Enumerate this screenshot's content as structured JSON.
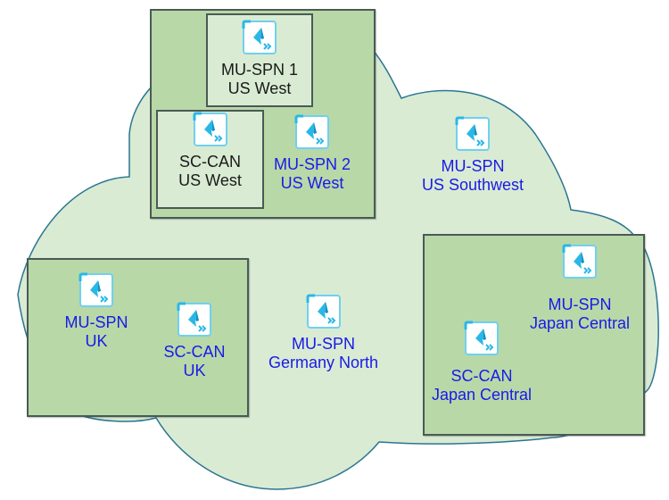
{
  "colors": {
    "cloud_fill": "#d9ebd3",
    "cloud_stroke": "#2b7592",
    "region_fill": "#b8d8a8",
    "region_border": "#4a5a55",
    "label_blue": "#1a1ae6",
    "label_dark": "#1a1a1a",
    "icon_accent": "#29b8e6"
  },
  "regions": {
    "us_west": {
      "nodes": {
        "mu_spn_1": {
          "line1": "MU-SPN 1",
          "line2": "US West",
          "icon": "service-tile-icon"
        },
        "sc_can": {
          "line1": "SC-CAN",
          "line2": "US West",
          "icon": "service-tile-icon"
        },
        "mu_spn_2": {
          "line1": "MU-SPN 2",
          "line2": "US West",
          "icon": "service-tile-icon"
        }
      }
    },
    "uk": {
      "nodes": {
        "mu_spn": {
          "line1": "MU-SPN",
          "line2": "UK",
          "icon": "service-tile-icon"
        },
        "sc_can": {
          "line1": "SC-CAN",
          "line2": "UK",
          "icon": "service-tile-icon"
        }
      }
    },
    "japan_central": {
      "nodes": {
        "mu_spn": {
          "line1": "MU-SPN",
          "line2": "Japan Central",
          "icon": "service-tile-icon"
        },
        "sc_can": {
          "line1": "SC-CAN",
          "line2": "Japan Central",
          "icon": "service-tile-icon"
        }
      }
    }
  },
  "standalone": {
    "us_southwest": {
      "line1": "MU-SPN",
      "line2": "US Southwest",
      "icon": "service-tile-icon"
    },
    "germany_north": {
      "line1": "MU-SPN",
      "line2": "Germany North",
      "icon": "service-tile-icon"
    }
  }
}
